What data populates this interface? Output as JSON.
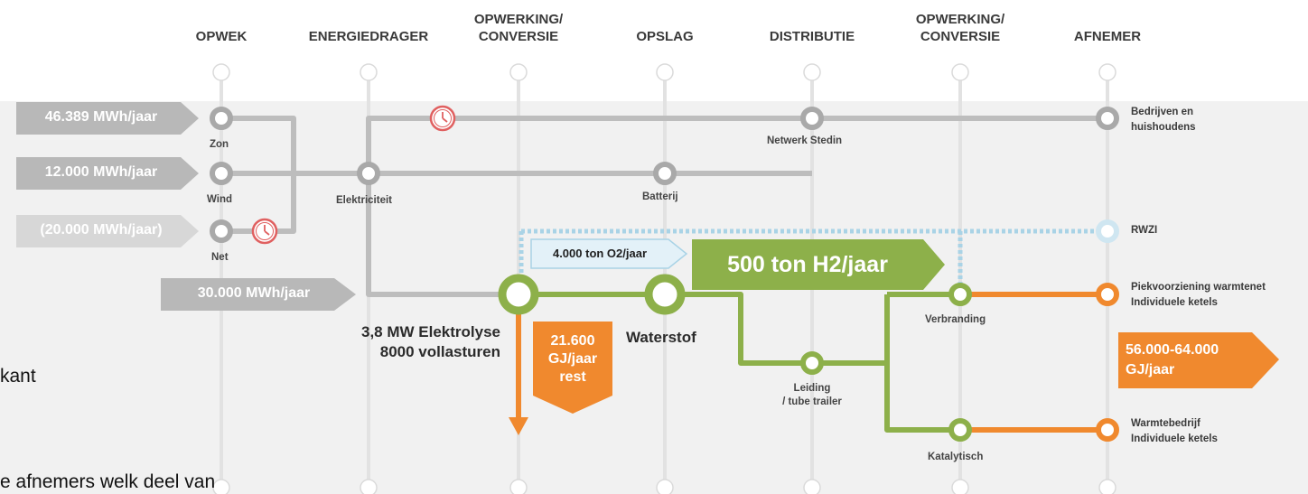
{
  "headers": [
    {
      "text": "OPWEK"
    },
    {
      "text": "ENERGIEDRAGER"
    },
    {
      "text": "OPWERKING/\nCONVERSIE"
    },
    {
      "text": "OPSLAG"
    },
    {
      "text": "DISTRIBUTIE"
    },
    {
      "text": "OPWERKING/\nCONVERSIE"
    },
    {
      "text": "AFNEMER"
    }
  ],
  "inputs": {
    "solar": "46.389 MWh/jaar",
    "wind": "12.000 MWh/jaar",
    "grid": "(20.000 MWh/jaar)",
    "electrolysis": "30.000 MWh/jaar"
  },
  "nodes": {
    "zon": "Zon",
    "wind": "Wind",
    "net": "Net",
    "elektriciteit": "Elektriciteit",
    "batterij": "Batterij",
    "netwerk_stedin": "Netwerk Stedin",
    "electrolysis_line1": "3,8 MW Elektrolyse",
    "electrolysis_line2": "8000 vollasturen",
    "waterstof": "Waterstof",
    "leiding_line1": "Leiding",
    "leiding_line2": "/ tube trailer",
    "verbranding": "Verbranding",
    "katalytisch": "Katalytisch"
  },
  "consumers": {
    "bedrijven_line1": "Bedrijven en",
    "bedrijven_line2": "huishoudens",
    "rwzi": "RWZI",
    "piek_line1": "Piekvoorziening warmtenet",
    "piek_line2": "Individuele ketels",
    "warmte_line1": "Warmtebedrijf",
    "warmte_line2": "Individuele ketels"
  },
  "outputs": {
    "oxygen": "4.000 ton O2/jaar",
    "hydrogen": "500 ton H2/jaar",
    "rest_heat_line1": "21.600",
    "rest_heat_line2": "GJ/jaar",
    "rest_heat_line3": "rest",
    "heat_line1": "56.000-64.000",
    "heat_line2": "GJ/jaar"
  },
  "background_text": {
    "line1": "kant",
    "line2": "e afnemers welk deel van"
  },
  "colors": {
    "electricity_line": "#bdbdbd",
    "hydrogen_line": "#8db04a",
    "heat_line": "#f0892e",
    "oxygen_line": "#a9d3e6",
    "input_arrow": "#b8b8b8",
    "grid_arrow": "#d7d7d7",
    "oxygen_box": "#e3f1f8",
    "clock_icon": "#e06060"
  }
}
